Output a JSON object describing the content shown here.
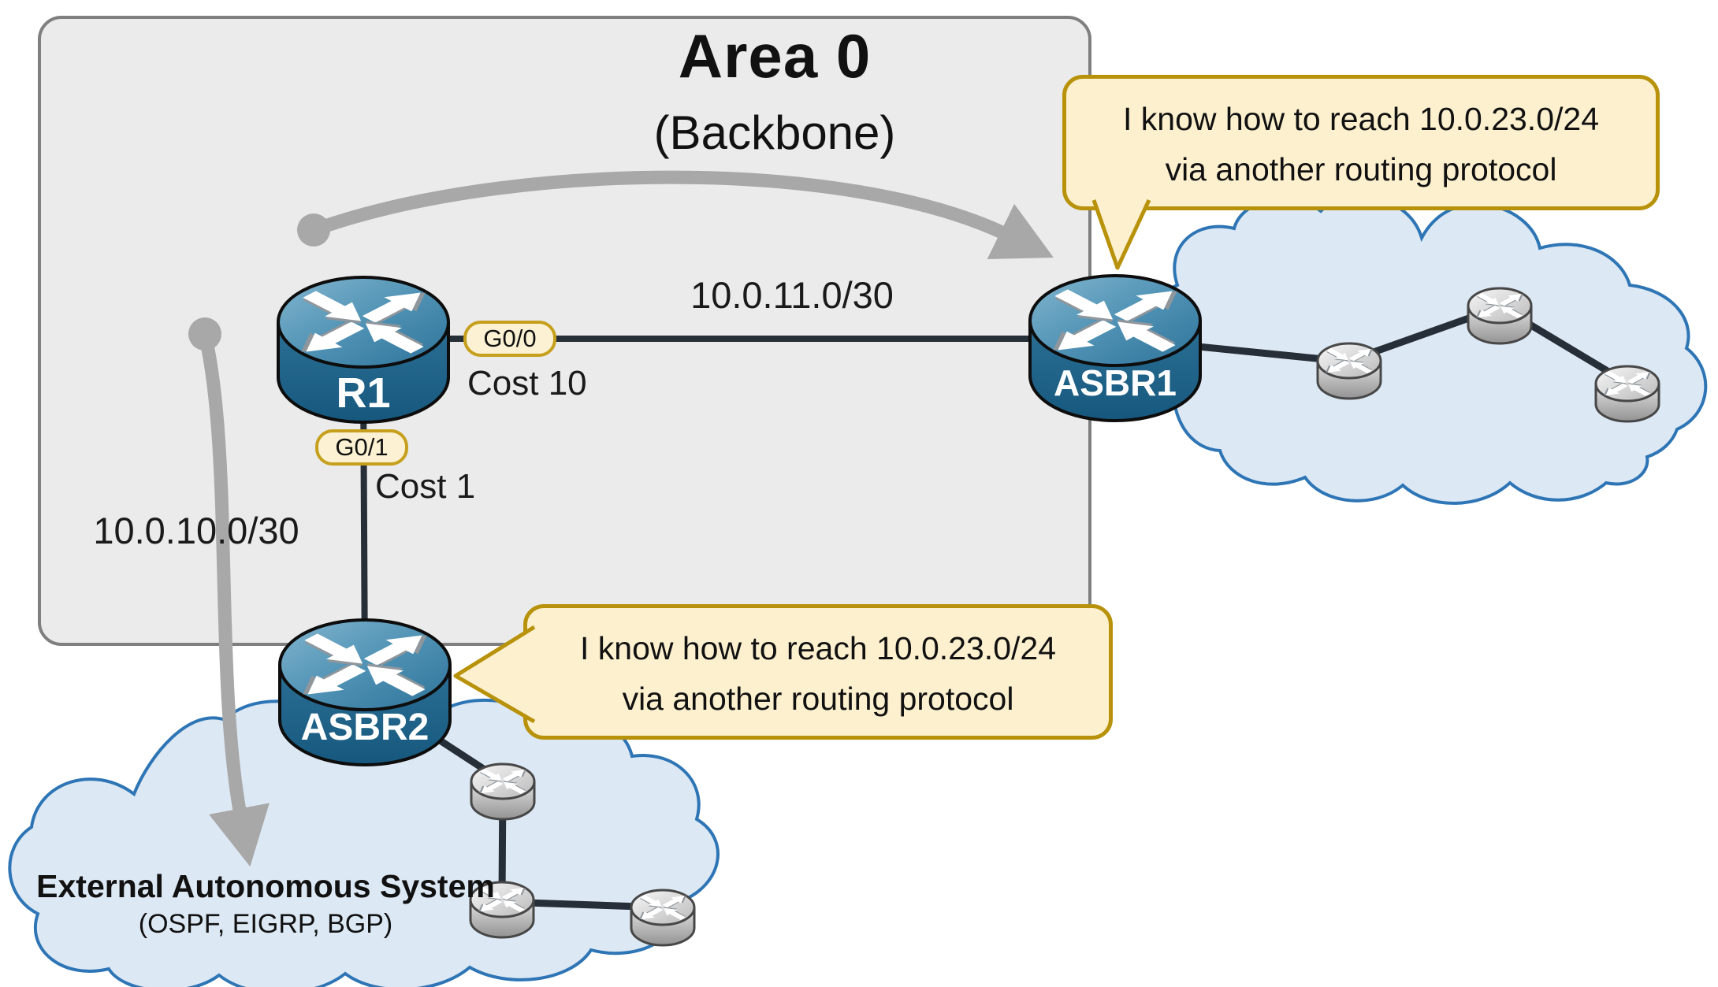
{
  "area": {
    "title": "Area 0",
    "subtitle": "(Backbone)"
  },
  "routers": {
    "r1": "R1",
    "asbr1": "ASBR1",
    "asbr2": "ASBR2"
  },
  "interface_badges": {
    "g0_0": "G0/0",
    "g0_1": "G0/1"
  },
  "costs": {
    "g0_0": "Cost 10",
    "g0_1": "Cost 1"
  },
  "networks": {
    "r1_asbr1": "10.0.11.0/30",
    "r1_asbr2": "10.0.10.0/30"
  },
  "callouts": {
    "asbr1": {
      "line1": "I know how to reach 10.0.23.0/24",
      "line2": "via another routing protocol"
    },
    "asbr2": {
      "line1": "I know how to reach 10.0.23.0/24",
      "line2": "via another routing protocol"
    }
  },
  "external_as": {
    "title": "External Autonomous System",
    "subtitle": "(OSPF, EIGRP, BGP)"
  },
  "icons": {
    "router": "router-icon",
    "cloud": "network-cloud-icon",
    "redistribution_arrow": "curved-arrow-icon"
  },
  "colors": {
    "area_fill": "#ebebeb",
    "area_border": "#7f7f7f",
    "callout_fill": "#fcf0ce",
    "callout_border": "#b8920b",
    "badge_fill": "#fcf2d3",
    "badge_border": "#c6a01c",
    "cloud_fill": "#dce8f4",
    "cloud_border": "#2e75b5",
    "link": "#262e37",
    "arrow_gray": "#a8a8a8",
    "router_blue_top": "#4c8fb2",
    "router_blue_side": "#2d7096"
  }
}
